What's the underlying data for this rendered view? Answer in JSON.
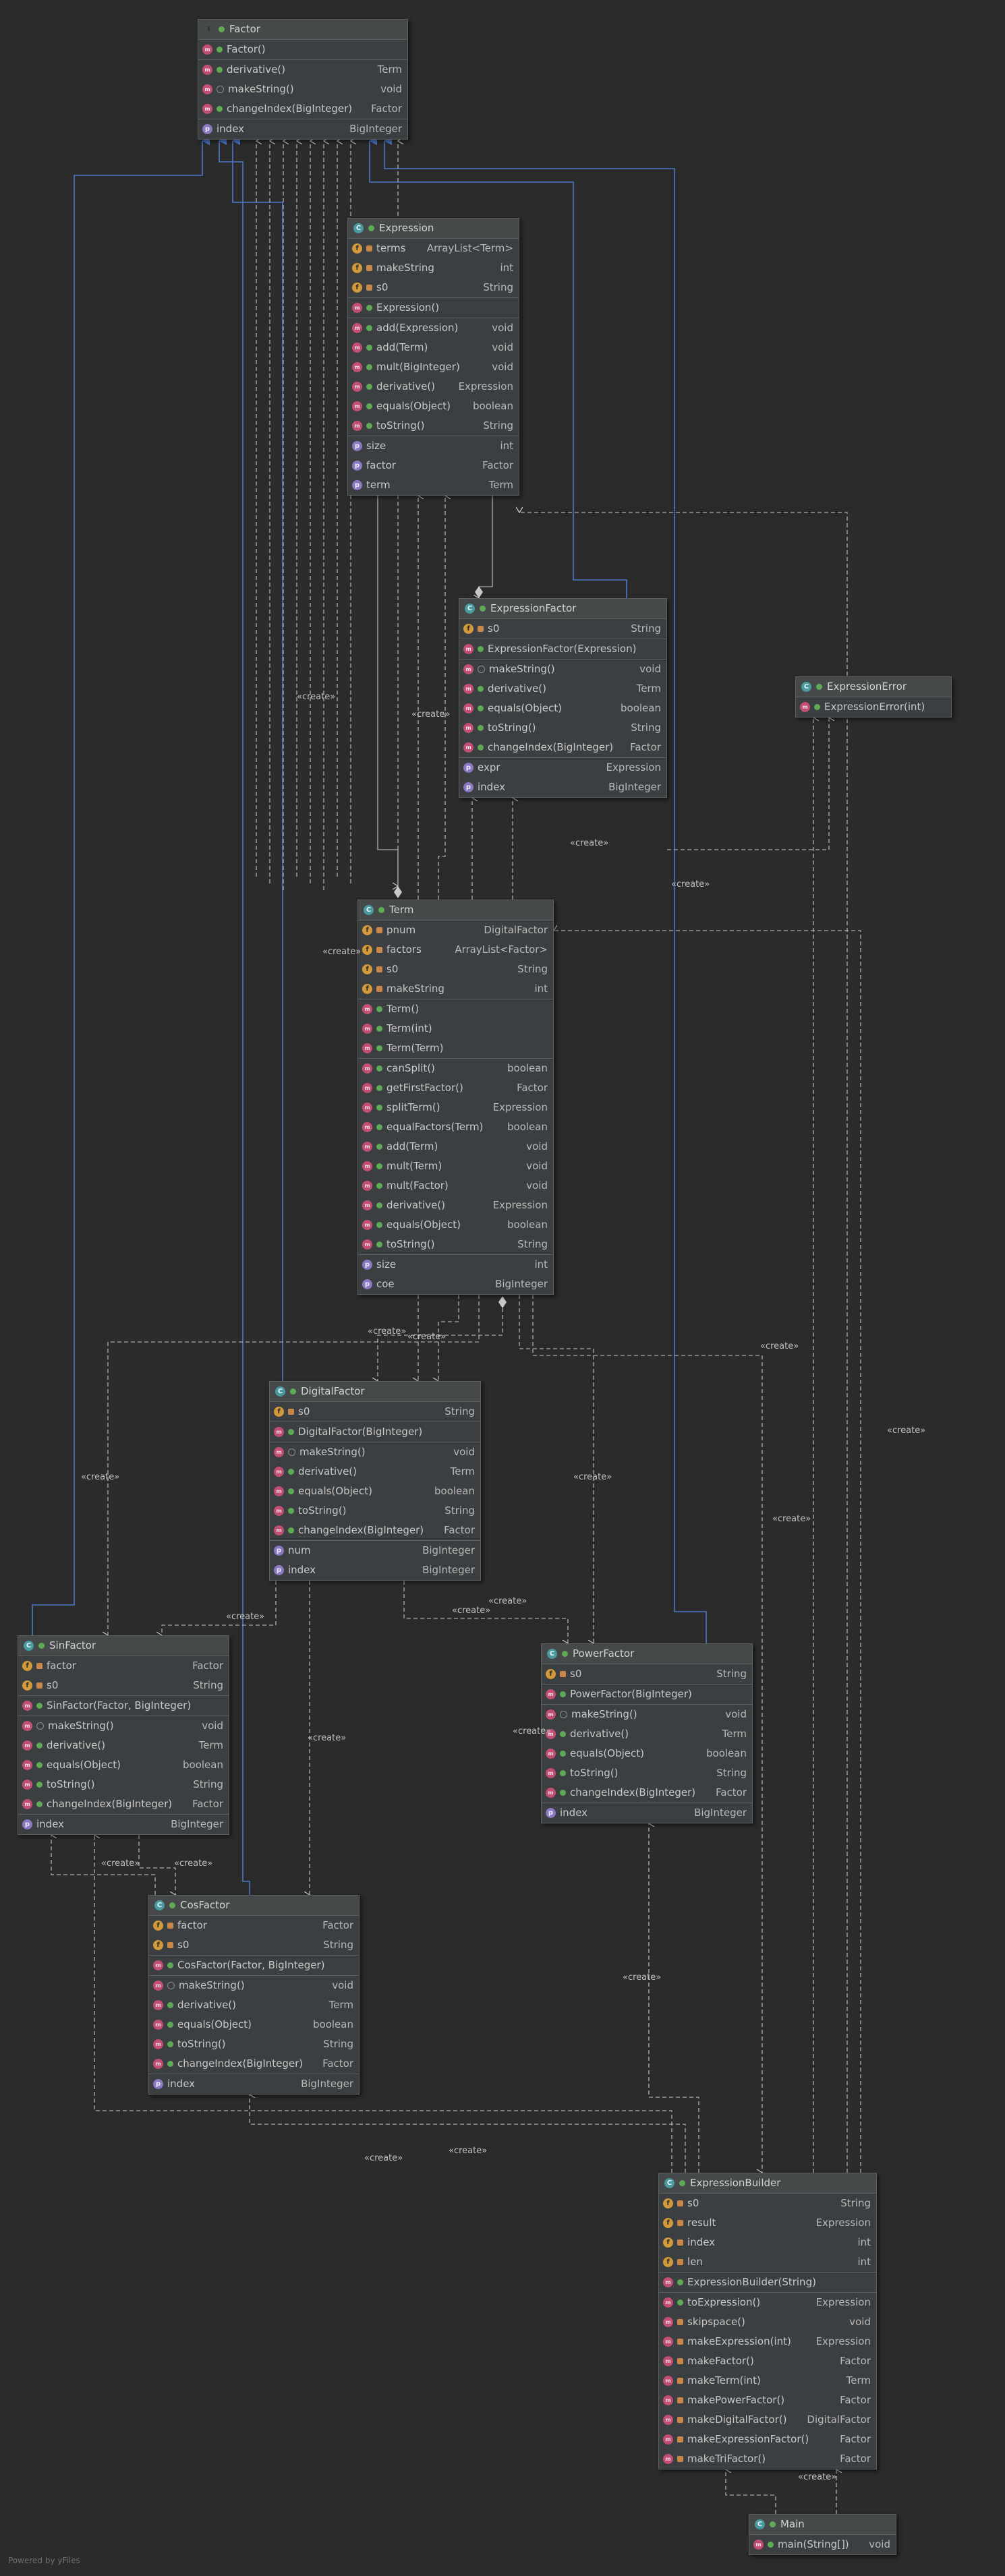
{
  "footer": "Powered by yFiles",
  "edge_label": "«create»",
  "colors": {
    "background": "#2b2b2b",
    "node": "#3c3f41",
    "inherit_edge": "#4b78c8",
    "dep_edge": "#c8c8c8"
  },
  "classes": [
    {
      "id": "factor",
      "name": "Factor",
      "kind": "i",
      "sections": [
        [
          {
            "k": "m",
            "v": "pub",
            "n": "Factor()",
            "t": ""
          }
        ],
        [
          {
            "k": "m",
            "v": "pub",
            "n": "derivative()",
            "t": "Term"
          },
          {
            "k": "m",
            "v": "pkg",
            "n": "makeString()",
            "t": "void"
          },
          {
            "k": "m",
            "v": "pub",
            "n": "changeIndex(BigInteger)",
            "t": "Factor"
          }
        ],
        [
          {
            "k": "p",
            "v": "",
            "n": "index",
            "t": "BigInteger"
          }
        ]
      ]
    },
    {
      "id": "expression",
      "name": "Expression",
      "kind": "c",
      "sections": [
        [
          {
            "k": "f",
            "v": "lock",
            "n": "terms",
            "t": "ArrayList<Term>"
          },
          {
            "k": "f",
            "v": "lock",
            "n": "makeString",
            "t": "int"
          },
          {
            "k": "f",
            "v": "lock",
            "n": "s0",
            "t": "String"
          }
        ],
        [
          {
            "k": "m",
            "v": "pub",
            "n": "Expression()",
            "t": ""
          }
        ],
        [
          {
            "k": "m",
            "v": "pub",
            "n": "add(Expression)",
            "t": "void"
          },
          {
            "k": "m",
            "v": "pub",
            "n": "add(Term)",
            "t": "void"
          },
          {
            "k": "m",
            "v": "pub",
            "n": "mult(BigInteger)",
            "t": "void"
          },
          {
            "k": "m",
            "v": "pub",
            "n": "derivative()",
            "t": "Expression"
          },
          {
            "k": "m",
            "v": "pub",
            "n": "equals(Object)",
            "t": "boolean"
          },
          {
            "k": "m",
            "v": "pub",
            "n": "toString()",
            "t": "String"
          }
        ],
        [
          {
            "k": "p",
            "v": "",
            "n": "size",
            "t": "int"
          },
          {
            "k": "p",
            "v": "",
            "n": "factor",
            "t": "Factor"
          },
          {
            "k": "p",
            "v": "",
            "n": "term",
            "t": "Term"
          }
        ]
      ]
    },
    {
      "id": "expressionfactor",
      "name": "ExpressionFactor",
      "kind": "c",
      "sections": [
        [
          {
            "k": "f",
            "v": "lock",
            "n": "s0",
            "t": "String"
          }
        ],
        [
          {
            "k": "m",
            "v": "pub",
            "n": "ExpressionFactor(Expression)",
            "t": ""
          }
        ],
        [
          {
            "k": "m",
            "v": "pkg",
            "n": "makeString()",
            "t": "void"
          },
          {
            "k": "m",
            "v": "pub",
            "n": "derivative()",
            "t": "Term"
          },
          {
            "k": "m",
            "v": "pub",
            "n": "equals(Object)",
            "t": "boolean"
          },
          {
            "k": "m",
            "v": "pub",
            "n": "toString()",
            "t": "String"
          },
          {
            "k": "m",
            "v": "pub",
            "n": "changeIndex(BigInteger)",
            "t": "Factor"
          }
        ],
        [
          {
            "k": "p",
            "v": "",
            "n": "expr",
            "t": "Expression"
          },
          {
            "k": "p",
            "v": "",
            "n": "index",
            "t": "BigInteger"
          }
        ]
      ]
    },
    {
      "id": "expressionerror",
      "name": "ExpressionError",
      "kind": "c",
      "sections": [
        [
          {
            "k": "m",
            "v": "pub",
            "n": "ExpressionError(int)",
            "t": ""
          }
        ]
      ]
    },
    {
      "id": "term",
      "name": "Term",
      "kind": "c",
      "sections": [
        [
          {
            "k": "f",
            "v": "lock",
            "n": "pnum",
            "t": "DigitalFactor"
          },
          {
            "k": "f",
            "v": "lock",
            "n": "factors",
            "t": "ArrayList<Factor>"
          },
          {
            "k": "f",
            "v": "lock",
            "n": "s0",
            "t": "String"
          },
          {
            "k": "f",
            "v": "lock",
            "n": "makeString",
            "t": "int"
          }
        ],
        [
          {
            "k": "m",
            "v": "pub",
            "n": "Term()",
            "t": ""
          },
          {
            "k": "m",
            "v": "pub",
            "n": "Term(int)",
            "t": ""
          },
          {
            "k": "m",
            "v": "pub",
            "n": "Term(Term)",
            "t": ""
          }
        ],
        [
          {
            "k": "m",
            "v": "pub",
            "n": "canSplit()",
            "t": "boolean"
          },
          {
            "k": "m",
            "v": "pub",
            "n": "getFirstFactor()",
            "t": "Factor"
          },
          {
            "k": "m",
            "v": "pub",
            "n": "splitTerm()",
            "t": "Expression"
          },
          {
            "k": "m",
            "v": "pub",
            "n": "equalFactors(Term)",
            "t": "boolean"
          },
          {
            "k": "m",
            "v": "pub",
            "n": "add(Term)",
            "t": "void"
          },
          {
            "k": "m",
            "v": "pub",
            "n": "mult(Term)",
            "t": "void"
          },
          {
            "k": "m",
            "v": "pub",
            "n": "mult(Factor)",
            "t": "void"
          },
          {
            "k": "m",
            "v": "pub",
            "n": "derivative()",
            "t": "Expression"
          },
          {
            "k": "m",
            "v": "pub",
            "n": "equals(Object)",
            "t": "boolean"
          },
          {
            "k": "m",
            "v": "pub",
            "n": "toString()",
            "t": "String"
          }
        ],
        [
          {
            "k": "p",
            "v": "",
            "n": "size",
            "t": "int"
          },
          {
            "k": "p",
            "v": "",
            "n": "coe",
            "t": "BigInteger"
          }
        ]
      ]
    },
    {
      "id": "digitalfactor",
      "name": "DigitalFactor",
      "kind": "c",
      "sections": [
        [
          {
            "k": "f",
            "v": "lock",
            "n": "s0",
            "t": "String"
          }
        ],
        [
          {
            "k": "m",
            "v": "pub",
            "n": "DigitalFactor(BigInteger)",
            "t": ""
          }
        ],
        [
          {
            "k": "m",
            "v": "pkg",
            "n": "makeString()",
            "t": "void"
          },
          {
            "k": "m",
            "v": "pub",
            "n": "derivative()",
            "t": "Term"
          },
          {
            "k": "m",
            "v": "pub",
            "n": "equals(Object)",
            "t": "boolean"
          },
          {
            "k": "m",
            "v": "pub",
            "n": "toString()",
            "t": "String"
          },
          {
            "k": "m",
            "v": "pub",
            "n": "changeIndex(BigInteger)",
            "t": "Factor"
          }
        ],
        [
          {
            "k": "p",
            "v": "",
            "n": "num",
            "t": "BigInteger"
          },
          {
            "k": "p",
            "v": "",
            "n": "index",
            "t": "BigInteger"
          }
        ]
      ]
    },
    {
      "id": "sinfactor",
      "name": "SinFactor",
      "kind": "c",
      "sections": [
        [
          {
            "k": "f",
            "v": "lock",
            "n": "factor",
            "t": "Factor"
          },
          {
            "k": "f",
            "v": "lock",
            "n": "s0",
            "t": "String"
          }
        ],
        [
          {
            "k": "m",
            "v": "pub",
            "n": "SinFactor(Factor, BigInteger)",
            "t": ""
          }
        ],
        [
          {
            "k": "m",
            "v": "pkg",
            "n": "makeString()",
            "t": "void"
          },
          {
            "k": "m",
            "v": "pub",
            "n": "derivative()",
            "t": "Term"
          },
          {
            "k": "m",
            "v": "pub",
            "n": "equals(Object)",
            "t": "boolean"
          },
          {
            "k": "m",
            "v": "pub",
            "n": "toString()",
            "t": "String"
          },
          {
            "k": "m",
            "v": "pub",
            "n": "changeIndex(BigInteger)",
            "t": "Factor"
          }
        ],
        [
          {
            "k": "p",
            "v": "",
            "n": "index",
            "t": "BigInteger"
          }
        ]
      ]
    },
    {
      "id": "powerfactor",
      "name": "PowerFactor",
      "kind": "c",
      "sections": [
        [
          {
            "k": "f",
            "v": "lock",
            "n": "s0",
            "t": "String"
          }
        ],
        [
          {
            "k": "m",
            "v": "pub",
            "n": "PowerFactor(BigInteger)",
            "t": ""
          }
        ],
        [
          {
            "k": "m",
            "v": "pkg",
            "n": "makeString()",
            "t": "void"
          },
          {
            "k": "m",
            "v": "pub",
            "n": "derivative()",
            "t": "Term"
          },
          {
            "k": "m",
            "v": "pub",
            "n": "equals(Object)",
            "t": "boolean"
          },
          {
            "k": "m",
            "v": "pub",
            "n": "toString()",
            "t": "String"
          },
          {
            "k": "m",
            "v": "pub",
            "n": "changeIndex(BigInteger)",
            "t": "Factor"
          }
        ],
        [
          {
            "k": "p",
            "v": "",
            "n": "index",
            "t": "BigInteger"
          }
        ]
      ]
    },
    {
      "id": "cosfactor",
      "name": "CosFactor",
      "kind": "c",
      "sections": [
        [
          {
            "k": "f",
            "v": "lock",
            "n": "factor",
            "t": "Factor"
          },
          {
            "k": "f",
            "v": "lock",
            "n": "s0",
            "t": "String"
          }
        ],
        [
          {
            "k": "m",
            "v": "pub",
            "n": "CosFactor(Factor, BigInteger)",
            "t": ""
          }
        ],
        [
          {
            "k": "m",
            "v": "pkg",
            "n": "makeString()",
            "t": "void"
          },
          {
            "k": "m",
            "v": "pub",
            "n": "derivative()",
            "t": "Term"
          },
          {
            "k": "m",
            "v": "pub",
            "n": "equals(Object)",
            "t": "boolean"
          },
          {
            "k": "m",
            "v": "pub",
            "n": "toString()",
            "t": "String"
          },
          {
            "k": "m",
            "v": "pub",
            "n": "changeIndex(BigInteger)",
            "t": "Factor"
          }
        ],
        [
          {
            "k": "p",
            "v": "",
            "n": "index",
            "t": "BigInteger"
          }
        ]
      ]
    },
    {
      "id": "expressionbuilder",
      "name": "ExpressionBuilder",
      "kind": "c",
      "sections": [
        [
          {
            "k": "f",
            "v": "lock",
            "n": "s0",
            "t": "String"
          },
          {
            "k": "f",
            "v": "lock",
            "n": "result",
            "t": "Expression"
          },
          {
            "k": "f",
            "v": "lock",
            "n": "index",
            "t": "int"
          },
          {
            "k": "f",
            "v": "lock",
            "n": "len",
            "t": "int"
          }
        ],
        [
          {
            "k": "m",
            "v": "pub",
            "n": "ExpressionBuilder(String)",
            "t": ""
          }
        ],
        [
          {
            "k": "m",
            "v": "pub",
            "n": "toExpression()",
            "t": "Expression"
          },
          {
            "k": "m",
            "v": "lock",
            "n": "skipspace()",
            "t": "void"
          },
          {
            "k": "m",
            "v": "lock",
            "n": "makeExpression(int)",
            "t": "Expression"
          },
          {
            "k": "m",
            "v": "lock",
            "n": "makeFactor()",
            "t": "Factor"
          },
          {
            "k": "m",
            "v": "lock",
            "n": "makeTerm(int)",
            "t": "Term"
          },
          {
            "k": "m",
            "v": "lock",
            "n": "makePowerFactor()",
            "t": "Factor"
          },
          {
            "k": "m",
            "v": "lock",
            "n": "makeDigitalFactor()",
            "t": "DigitalFactor"
          },
          {
            "k": "m",
            "v": "lock",
            "n": "makeExpressionFactor()",
            "t": "Factor"
          },
          {
            "k": "m",
            "v": "lock",
            "n": "makeTriFactor()",
            "t": "Factor"
          }
        ]
      ]
    },
    {
      "id": "main",
      "name": "Main",
      "kind": "c",
      "sections": [
        [
          {
            "k": "m",
            "v": "pub",
            "n": "main(String[])",
            "t": "void"
          }
        ]
      ]
    }
  ]
}
